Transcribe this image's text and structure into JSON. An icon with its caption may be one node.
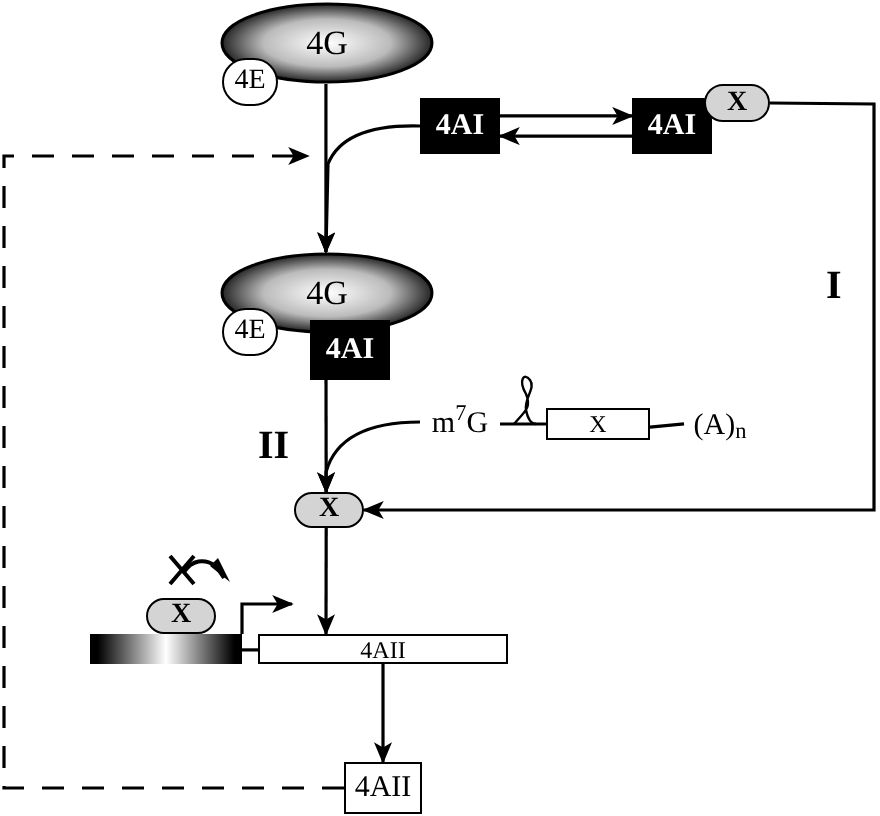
{
  "diagram": {
    "nodes": [
      {
        "text": [
          "4G"
        ]
      },
      {
        "text": [
          "4E"
        ]
      },
      {
        "text": [
          "4AI"
        ]
      },
      {
        "text": [
          "4AI"
        ]
      },
      {
        "text": [
          "X"
        ]
      },
      {
        "text": [
          "4G"
        ]
      },
      {
        "text": [
          "4E"
        ]
      },
      {
        "text": [
          "4AI"
        ]
      },
      {
        "text": [
          "m$^{7}$G"
        ]
      },
      {
        "text": [
          "X"
        ]
      },
      {
        "text": [
          "(A)$_{n}$"
        ]
      },
      {
        "text": [
          "X"
        ]
      },
      {
        "text": [
          "X"
        ]
      },
      {
        "text": [],
        "shape": "bar"
      },
      {
        "text": [
          "4AII"
        ]
      },
      {
        "text": [
          "4AII"
        ]
      }
    ],
    "edges": [
      {
        "from": 2,
        "to": 3,
        "arrow": "to"
      },
      {
        "from": 3,
        "to": 2,
        "arrow": "to"
      },
      {
        "from": 0,
        "to": 5,
        "arrow": "to"
      },
      {
        "from": 2,
        "to": 5,
        "arrow": "to"
      },
      {
        "from": 15,
        "to": null,
        "arrow": "to",
        "style": "dashed"
      },
      {
        "from": 4,
        "to": 11,
        "arrow": "to"
      },
      {
        "from": 7,
        "to": 11,
        "arrow": "to"
      },
      {
        "from": 8,
        "to": 11,
        "arrow": "to"
      },
      {
        "from": 11,
        "to": 14,
        "arrow": "to"
      },
      {
        "from": 13,
        "to": 14,
        "arrow": "none"
      },
      {
        "from": 14,
        "to": 15,
        "arrow": "to"
      },
      {
        "from": 8,
        "to": 9,
        "arrow": "none"
      },
      {
        "from": 9,
        "to": 10,
        "arrow": "none"
      },
      {
        "from": 13,
        "to": 14,
        "arrow": "to"
      }
    ],
    "labels": [
      "I",
      "II"
    ]
  }
}
